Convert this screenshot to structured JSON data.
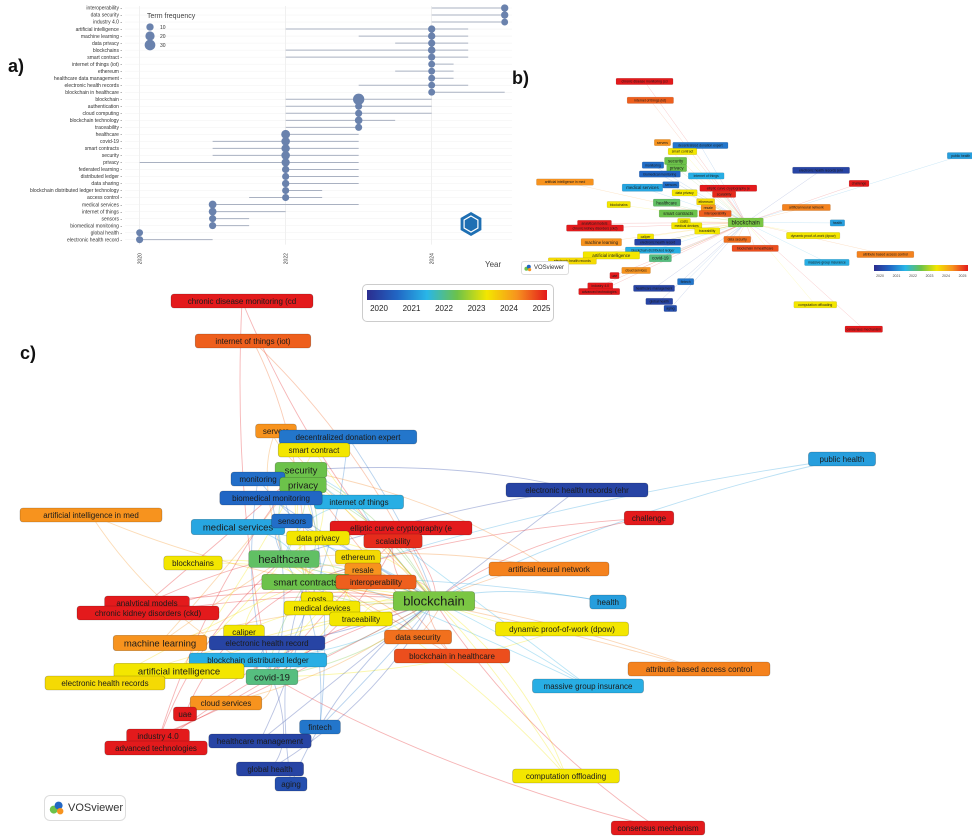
{
  "panels": {
    "a": "a)",
    "b": "b)",
    "c": "c)"
  },
  "chart_data": [
    {
      "type": "scatter",
      "title": "",
      "xlabel": "Year",
      "ylabel": "",
      "x_ticks": [
        "2020",
        "2022",
        "2024"
      ],
      "xlim": [
        2019.8,
        2025.1
      ],
      "legend": {
        "title": "Term frequency",
        "entries": [
          {
            "label": "10",
            "size": 10
          },
          {
            "label": "20",
            "size": 20
          },
          {
            "label": "30",
            "size": 30
          }
        ]
      },
      "terms": [
        {
          "term": "interoperability",
          "start": 2024.0,
          "end": 2025.0,
          "peak": 2025.0,
          "freq": 10
        },
        {
          "term": "data security",
          "start": 2024.0,
          "end": 2025.0,
          "peak": 2025.0,
          "freq": 10
        },
        {
          "term": "industry 4.0",
          "start": 2024.0,
          "end": 2025.0,
          "peak": 2025.0,
          "freq": 8
        },
        {
          "term": "artificial intelligence",
          "start": 2022.0,
          "end": 2024.5,
          "peak": 2024.0,
          "freq": 10
        },
        {
          "term": "machine learning",
          "start": 2023.0,
          "end": 2024.5,
          "peak": 2024.0,
          "freq": 10
        },
        {
          "term": "data privacy",
          "start": 2023.5,
          "end": 2024.5,
          "peak": 2024.0,
          "freq": 9
        },
        {
          "term": "blockchains",
          "start": 2022.0,
          "end": 2024.5,
          "peak": 2024.0,
          "freq": 11
        },
        {
          "term": "smart contract",
          "start": 2022.0,
          "end": 2024.5,
          "peak": 2024.0,
          "freq": 9
        },
        {
          "term": "internet of things (iot)",
          "start": 2024.0,
          "end": 2024.3,
          "peak": 2024.0,
          "freq": 8
        },
        {
          "term": "ethereum",
          "start": 2023.5,
          "end": 2024.3,
          "peak": 2024.0,
          "freq": 8
        },
        {
          "term": "healthcare data management",
          "start": 2024.0,
          "end": 2024.3,
          "peak": 2024.0,
          "freq": 8
        },
        {
          "term": "electronic health records",
          "start": 2023.0,
          "end": 2024.5,
          "peak": 2024.0,
          "freq": 8
        },
        {
          "term": "blockchain in healthcare",
          "start": 2024.0,
          "end": 2025.0,
          "peak": 2024.0,
          "freq": 8
        },
        {
          "term": "blockchain",
          "start": 2022.0,
          "end": 2024.0,
          "peak": 2023.0,
          "freq": 35
        },
        {
          "term": "authentication",
          "start": 2022.0,
          "end": 2024.0,
          "peak": 2023.0,
          "freq": 9
        },
        {
          "term": "cloud computing",
          "start": 2022.0,
          "end": 2024.0,
          "peak": 2023.0,
          "freq": 9
        },
        {
          "term": "blockchain technology",
          "start": 2022.0,
          "end": 2023.5,
          "peak": 2023.0,
          "freq": 11
        },
        {
          "term": "traceability",
          "start": 2022.0,
          "end": 2023.0,
          "peak": 2023.0,
          "freq": 9
        },
        {
          "term": "healthcare",
          "start": 2022.0,
          "end": 2023.0,
          "peak": 2022.0,
          "freq": 18
        },
        {
          "term": "covid-19",
          "start": 2021.0,
          "end": 2023.0,
          "peak": 2022.0,
          "freq": 16
        },
        {
          "term": "smart contracts",
          "start": 2021.0,
          "end": 2023.0,
          "peak": 2022.0,
          "freq": 15
        },
        {
          "term": "security",
          "start": 2021.0,
          "end": 2023.0,
          "peak": 2022.0,
          "freq": 16
        },
        {
          "term": "privacy",
          "start": 2020.0,
          "end": 2023.0,
          "peak": 2022.0,
          "freq": 14
        },
        {
          "term": "federated learning",
          "start": 2022.0,
          "end": 2023.0,
          "peak": 2022.0,
          "freq": 10
        },
        {
          "term": "distributed ledger",
          "start": 2022.0,
          "end": 2023.0,
          "peak": 2022.0,
          "freq": 9
        },
        {
          "term": "data sharing",
          "start": 2022.0,
          "end": 2023.0,
          "peak": 2022.0,
          "freq": 10
        },
        {
          "term": "blockchain distributed ledger technology",
          "start": 2022.0,
          "end": 2022.5,
          "peak": 2022.0,
          "freq": 9
        },
        {
          "term": "access control",
          "start": 2021.5,
          "end": 2022.5,
          "peak": 2022.0,
          "freq": 9
        },
        {
          "term": "medical services",
          "start": 2021.0,
          "end": 2023.0,
          "peak": 2021.0,
          "freq": 12
        },
        {
          "term": "internet of things",
          "start": 2021.0,
          "end": 2022.0,
          "peak": 2021.0,
          "freq": 12
        },
        {
          "term": "sensors",
          "start": 2021.0,
          "end": 2021.5,
          "peak": 2021.0,
          "freq": 9
        },
        {
          "term": "biomedical monitoring",
          "start": 2021.0,
          "end": 2021.5,
          "peak": 2021.0,
          "freq": 9
        },
        {
          "term": "global health",
          "start": 2020.0,
          "end": 2020.0,
          "peak": 2020.0,
          "freq": 8
        },
        {
          "term": "electronic health record",
          "start": 2020.0,
          "end": 2021.0,
          "peak": 2020.0,
          "freq": 9
        }
      ]
    },
    {
      "type": "network",
      "title": "",
      "overlay_years": [
        "2020",
        "2021",
        "2022",
        "2023",
        "2024",
        "2025"
      ],
      "nodes": [
        {
          "label": "chronic disease monitoring (cd",
          "year": 2025,
          "weight": 1
        },
        {
          "label": "internet of things (iot)",
          "year": 2024.6,
          "weight": 1
        },
        {
          "label": "servers",
          "year": 2024.3,
          "weight": 1
        },
        {
          "label": "decentralized donation expert",
          "year": 2021.2,
          "weight": 1
        },
        {
          "label": "smart contract",
          "year": 2023.6,
          "weight": 1
        },
        {
          "label": "security",
          "year": 2022.6,
          "weight": 2
        },
        {
          "label": "monitoring",
          "year": 2021.1,
          "weight": 1
        },
        {
          "label": "privacy",
          "year": 2022.6,
          "weight": 2
        },
        {
          "label": "internet of things",
          "year": 2021.9,
          "weight": 1
        },
        {
          "label": "biomedical monitoring",
          "year": 2021.0,
          "weight": 1
        },
        {
          "label": "public health",
          "year": 2021.7,
          "weight": 1
        },
        {
          "label": "electronic health records (ehr",
          "year": 2020.4,
          "weight": 1
        },
        {
          "label": "artificial intelligence in med",
          "year": 2024.3,
          "weight": 1
        },
        {
          "label": "medical services",
          "year": 2021.8,
          "weight": 2
        },
        {
          "label": "sensors",
          "year": 2021.1,
          "weight": 1
        },
        {
          "label": "elliptic curve cryptography (e",
          "year": 2025,
          "weight": 1
        },
        {
          "label": "challenge",
          "year": 2025,
          "weight": 1
        },
        {
          "label": "data privacy",
          "year": 2023.6,
          "weight": 1
        },
        {
          "label": "scalability",
          "year": 2024.9,
          "weight": 1
        },
        {
          "label": "blockchains",
          "year": 2023.6,
          "weight": 1
        },
        {
          "label": "healthcare",
          "year": 2022.5,
          "weight": 3
        },
        {
          "label": "ethereum",
          "year": 2023.7,
          "weight": 1
        },
        {
          "label": "resale",
          "year": 2024.3,
          "weight": 1
        },
        {
          "label": "artificial neural network",
          "year": 2024.4,
          "weight": 1
        },
        {
          "label": "smart contracts",
          "year": 2022.6,
          "weight": 2
        },
        {
          "label": "interoperability",
          "year": 2024.6,
          "weight": 1
        },
        {
          "label": "costs",
          "year": 2023.6,
          "weight": 1
        },
        {
          "label": "blockchain",
          "year": 2022.7,
          "weight": 4
        },
        {
          "label": "health",
          "year": 2021.7,
          "weight": 1
        },
        {
          "label": "analytical models",
          "year": 2025,
          "weight": 1
        },
        {
          "label": "medical devices",
          "year": 2023.6,
          "weight": 1
        },
        {
          "label": "chronic kidney disorders (ckd)",
          "year": 2025,
          "weight": 1
        },
        {
          "label": "traceability",
          "year": 2023.6,
          "weight": 1
        },
        {
          "label": "dynamic proof-of-work (dpow)",
          "year": 2023.6,
          "weight": 1
        },
        {
          "label": "caliper",
          "year": 2023.6,
          "weight": 1
        },
        {
          "label": "machine learning",
          "year": 2024.3,
          "weight": 2
        },
        {
          "label": "electronic health record",
          "year": 2020.4,
          "weight": 1
        },
        {
          "label": "data security",
          "year": 2024.5,
          "weight": 1
        },
        {
          "label": "blockchain in healthcare",
          "year": 2024.7,
          "weight": 1
        },
        {
          "label": "blockchain distributed ledger",
          "year": 2021.9,
          "weight": 1
        },
        {
          "label": "attribute based access control",
          "year": 2024.4,
          "weight": 1
        },
        {
          "label": "artificial intelligence",
          "year": 2023.6,
          "weight": 2
        },
        {
          "label": "covid-19",
          "year": 2022.4,
          "weight": 2
        },
        {
          "label": "electronic health records",
          "year": 2023.7,
          "weight": 1
        },
        {
          "label": "massive group insurance",
          "year": 2021.9,
          "weight": 1
        },
        {
          "label": "cloud services",
          "year": 2024.3,
          "weight": 1
        },
        {
          "label": "uae",
          "year": 2025,
          "weight": 1
        },
        {
          "label": "fintech",
          "year": 2021.2,
          "weight": 1
        },
        {
          "label": "industry 4.0",
          "year": 2025,
          "weight": 1
        },
        {
          "label": "healthcare management",
          "year": 2020.4,
          "weight": 1
        },
        {
          "label": "advanced technologies",
          "year": 2025,
          "weight": 1
        },
        {
          "label": "global health",
          "year": 2020.4,
          "weight": 1
        },
        {
          "label": "aging",
          "year": 2020.6,
          "weight": 1
        },
        {
          "label": "computation offloading",
          "year": 2023.6,
          "weight": 1
        },
        {
          "label": "consensus mechanism",
          "year": 2025,
          "weight": 1
        }
      ]
    }
  ],
  "vos_logo": "VOSviewer"
}
